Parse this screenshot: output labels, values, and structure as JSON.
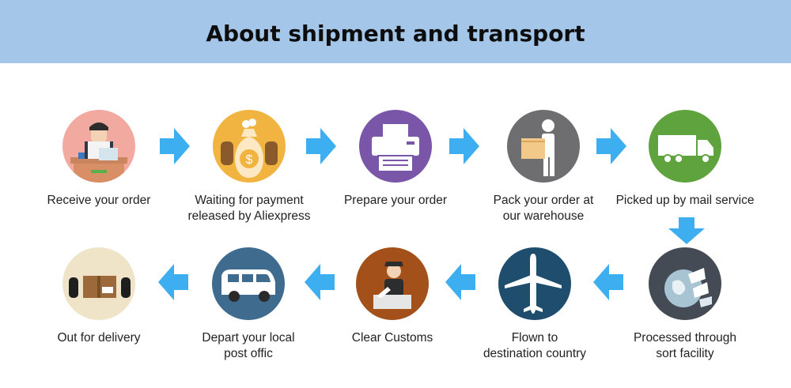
{
  "banner": {
    "title": "About shipment and transport",
    "bg": "#a4c6e8"
  },
  "arrow_color": "#3daef0",
  "steps": [
    {
      "label": "Receive your order",
      "icon": "person-at-laptop-icon",
      "color": "#f2a9a0"
    },
    {
      "label": "Waiting for payment\nreleased by Aliexpress",
      "icon": "money-bag-icon",
      "color": "#f2b441"
    },
    {
      "label": "Prepare your order",
      "icon": "printer-icon",
      "color": "#7a56a8"
    },
    {
      "label": "Pack your order at\nour warehouse",
      "icon": "person-carrying-box-icon",
      "color": "#6e6e70"
    },
    {
      "label": "Picked up by mail service",
      "icon": "truck-icon",
      "color": "#5ea33d"
    },
    {
      "label": "Processed through\nsort facility",
      "icon": "globe-mail-icon",
      "color": "#454b55"
    },
    {
      "label": "Flown to\ndestination country",
      "icon": "airplane-icon",
      "color": "#1f4d6e"
    },
    {
      "label": "Clear  Customs",
      "icon": "customs-officer-icon",
      "color": "#a3501b"
    },
    {
      "label": "Depart your local\npost offic",
      "icon": "van-icon",
      "color": "#3f6b8f"
    },
    {
      "label": "Out for delivery",
      "icon": "package-icon",
      "color": "#f0e4c8"
    }
  ]
}
